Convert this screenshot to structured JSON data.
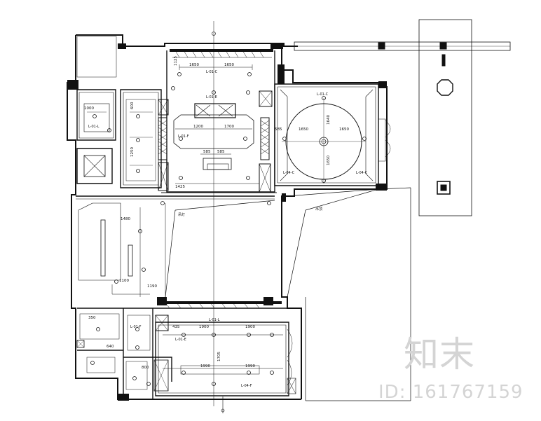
{
  "watermark": {
    "brand": "知末",
    "id": "ID: 161767159"
  },
  "dimensions": {
    "top_left_1650": "1650",
    "top_right_1650": "1650",
    "top_1125": "1125",
    "mid_1200": "1200",
    "mid_1700": "1700",
    "mid_585a": "585",
    "mid_585b": "585",
    "round_585": "585",
    "round_1650a": "1650",
    "round_1650b": "1650",
    "round_1640": "1640",
    "round_1650c": "1650",
    "bath_600": "600",
    "bath_1250": "1250",
    "bath_1000": "1000",
    "bath_1425": "1425",
    "left_1480": "1480",
    "left_1100": "1100",
    "left_1190": "1190",
    "lower_1900a": "1900",
    "lower_1900b": "1900",
    "lower_1705": "1705",
    "lower_1990": "1990",
    "lower_1990b": "1990",
    "lower_435": "435",
    "lower_350": "350",
    "lower_640": "640",
    "lower_800": "800"
  },
  "labels": {
    "fixture_a": "L-01-C",
    "fixture_b": "L-01-E",
    "fixture_c": "L-01-F",
    "fixture_d": "L-04-C",
    "fixture_e": "L-01-L",
    "fixture_f": "L-04-F",
    "door_note_a": "吊灯",
    "door_note_b": "吊顶"
  }
}
